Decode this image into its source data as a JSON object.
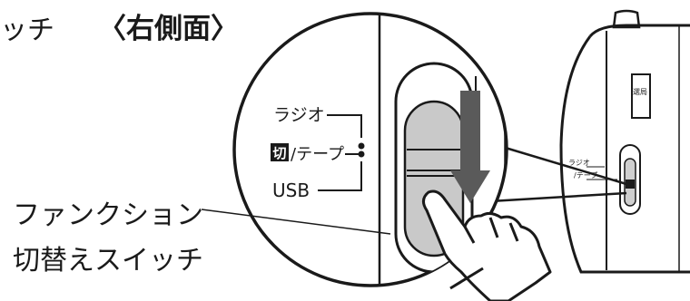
{
  "title": {
    "left": "ッチ",
    "right": "〈右側面〉"
  },
  "switch_labels": {
    "radio": "ラジオ",
    "tape_mark": "切",
    "tape": "/テープ",
    "usb": "USB"
  },
  "device_labels": {
    "radio": "ラジオ",
    "tape": "/テープ",
    "top_label": "選局"
  },
  "callout": {
    "line1": "ファンクション",
    "line2": "切替えスイッチ"
  }
}
